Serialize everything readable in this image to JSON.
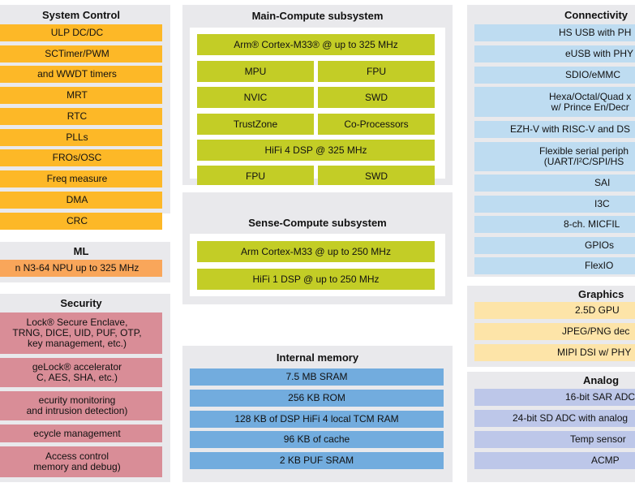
{
  "system_control": {
    "title": "System Control",
    "items": [
      "ULP DC/DC",
      "SCTimer/PWM",
      "and WWDT timers",
      "MRT",
      "RTC",
      "PLLs",
      "FROs/OSC",
      "Freq measure",
      "DMA",
      "CRC"
    ],
    "color": "#fdb827"
  },
  "ml": {
    "title": "ML",
    "items": [
      "n N3-64 NPU up to 325 MHz"
    ],
    "color": "#f9a65a"
  },
  "security": {
    "title": "Security",
    "items": [
      "Lock® Secure Enclave,\nTRNG, DICE, UID, PUF, OTP,\nkey management, etc.)",
      "geLock® accelerator\nC, AES, SHA, etc.)",
      "ecurity monitoring\nand intrusion detection)",
      "ecycle management",
      "Access control\nmemory and debug)"
    ],
    "color": "#d98d97"
  },
  "main_compute": {
    "title": "Main-Compute subsystem",
    "items": [
      "Arm® Cortex-M33® @ up to 325 MHz",
      "MPU",
      "FPU",
      "NVIC",
      "SWD",
      "TrustZone",
      "Co-Processors",
      "HiFi 4 DSP @ 325 MHz",
      "FPU",
      "SWD"
    ],
    "color": "#c3cd26"
  },
  "sense_compute": {
    "title": "Sense-Compute subsystem",
    "items": [
      "Arm Cortex-M33 @ up to 250 MHz",
      "HiFi 1 DSP @ up to 250 MHz"
    ],
    "color": "#c3cd26"
  },
  "internal_memory": {
    "title": "Internal memory",
    "items": [
      "7.5 MB SRAM",
      "256 KB ROM",
      "128 KB of DSP HiFi 4 local TCM RAM",
      "96 KB of cache",
      "2 KB PUF SRAM"
    ],
    "color": "#72acde"
  },
  "connectivity": {
    "title": "Connectivity",
    "items": [
      "HS USB with PH",
      "eUSB with PHY",
      "SDIO/eMMC",
      "Hexa/Octal/Quad x\nw/ Prince En/Decr",
      "EZH-V with RISC-V and DS",
      "Flexible serial periph\n(UART/I²C/SPI/HS",
      "SAI",
      "I3C",
      "8-ch. MICFIL",
      "GPIOs",
      "FlexIO"
    ],
    "color": "#bedcf1"
  },
  "graphics": {
    "title": "Graphics",
    "items": [
      "2.5D GPU",
      "JPEG/PNG dec",
      "MIPI DSI w/ PHY"
    ],
    "color": "#fde4a8"
  },
  "analog": {
    "title": "Analog",
    "items": [
      "16-bit SAR ADC",
      "24-bit SD ADC with analog",
      "Temp sensor",
      "ACMP"
    ],
    "color": "#bdc7e9"
  }
}
